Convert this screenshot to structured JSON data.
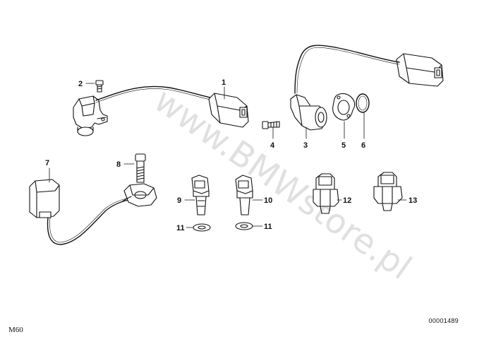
{
  "watermark": "www.BMWstore.pl",
  "model_code": "M60",
  "drawing_number": "00001489",
  "callouts": {
    "p1": "1",
    "p2": "2",
    "p3": "3",
    "p4": "4",
    "p5": "5",
    "p6": "6",
    "p7": "7",
    "p8": "8",
    "p9": "9",
    "p10": "10",
    "p11a": "11",
    "p11b": "11",
    "p12": "12",
    "p13": "13"
  }
}
